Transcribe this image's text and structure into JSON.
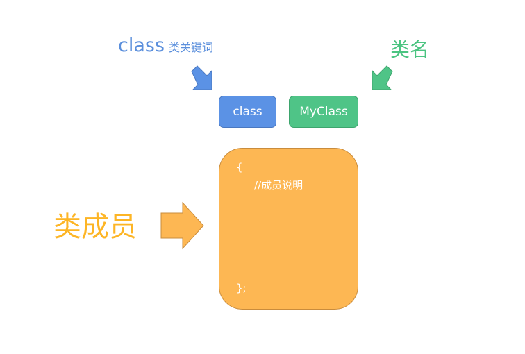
{
  "labels": {
    "keyword_caption_main": "class",
    "keyword_caption_sub": "类关键词",
    "name_caption": "类名",
    "member_caption": "类成员"
  },
  "boxes": {
    "keyword": "class",
    "class_name": "MyClass"
  },
  "body": {
    "open_brace": "{",
    "comment": "//成员说明",
    "close_brace": "};"
  },
  "colors": {
    "keyword_blue": "#5b92e5",
    "name_green": "#4fc487",
    "member_orange": "#fdb753",
    "member_text": "#fdb525"
  }
}
